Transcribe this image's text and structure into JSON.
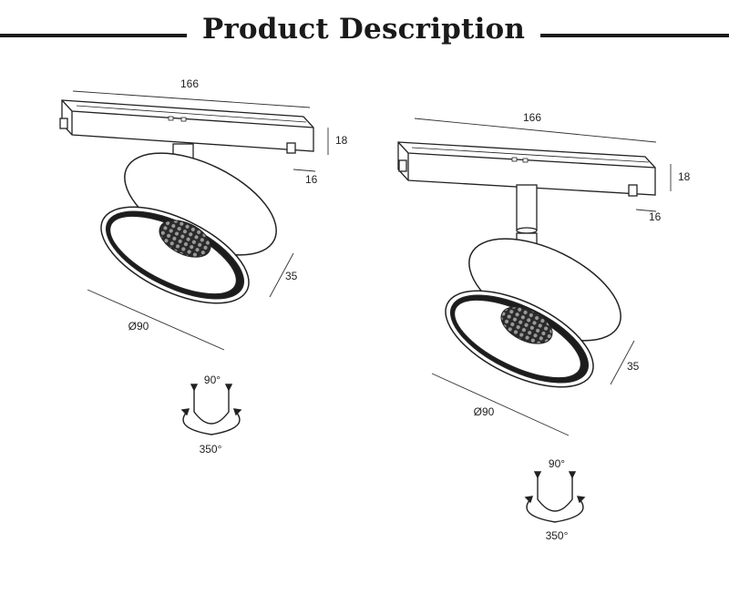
{
  "header": {
    "title": "Product Description"
  },
  "figures": [
    {
      "length": "166",
      "height": "18",
      "width": "16",
      "head_depth": "35",
      "diameter": "Ø90",
      "tilt_angle": "90°",
      "rotation_angle": "350°"
    },
    {
      "length": "166",
      "height": "18",
      "width": "16",
      "head_depth": "35",
      "diameter": "Ø90",
      "tilt_angle": "90°",
      "rotation_angle": "350°"
    }
  ]
}
